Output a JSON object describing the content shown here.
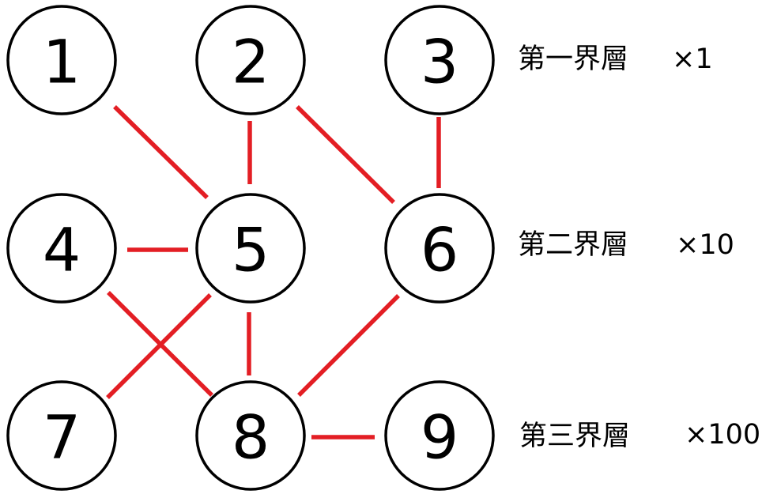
{
  "diagram": {
    "nodes": [
      {
        "id": "1",
        "label": "1"
      },
      {
        "id": "2",
        "label": "2"
      },
      {
        "id": "3",
        "label": "3"
      },
      {
        "id": "4",
        "label": "4"
      },
      {
        "id": "5",
        "label": "5"
      },
      {
        "id": "6",
        "label": "6"
      },
      {
        "id": "7",
        "label": "7"
      },
      {
        "id": "8",
        "label": "8"
      },
      {
        "id": "9",
        "label": "9"
      }
    ],
    "edges": [
      {
        "from": "1",
        "to": "5"
      },
      {
        "from": "2",
        "to": "5"
      },
      {
        "from": "2",
        "to": "6"
      },
      {
        "from": "3",
        "to": "6"
      },
      {
        "from": "4",
        "to": "5"
      },
      {
        "from": "4",
        "to": "8"
      },
      {
        "from": "5",
        "to": "7"
      },
      {
        "from": "5",
        "to": "8"
      },
      {
        "from": "6",
        "to": "8"
      },
      {
        "from": "8",
        "to": "9"
      }
    ],
    "levels": [
      {
        "name": "第一界層",
        "multiplier": "×1"
      },
      {
        "name": "第二界層",
        "multiplier": "×10"
      },
      {
        "name": "第三界層",
        "multiplier": "×100"
      }
    ],
    "colors": {
      "edge": "#e31e24",
      "node_stroke": "#000000",
      "background": "#ffffff"
    }
  }
}
